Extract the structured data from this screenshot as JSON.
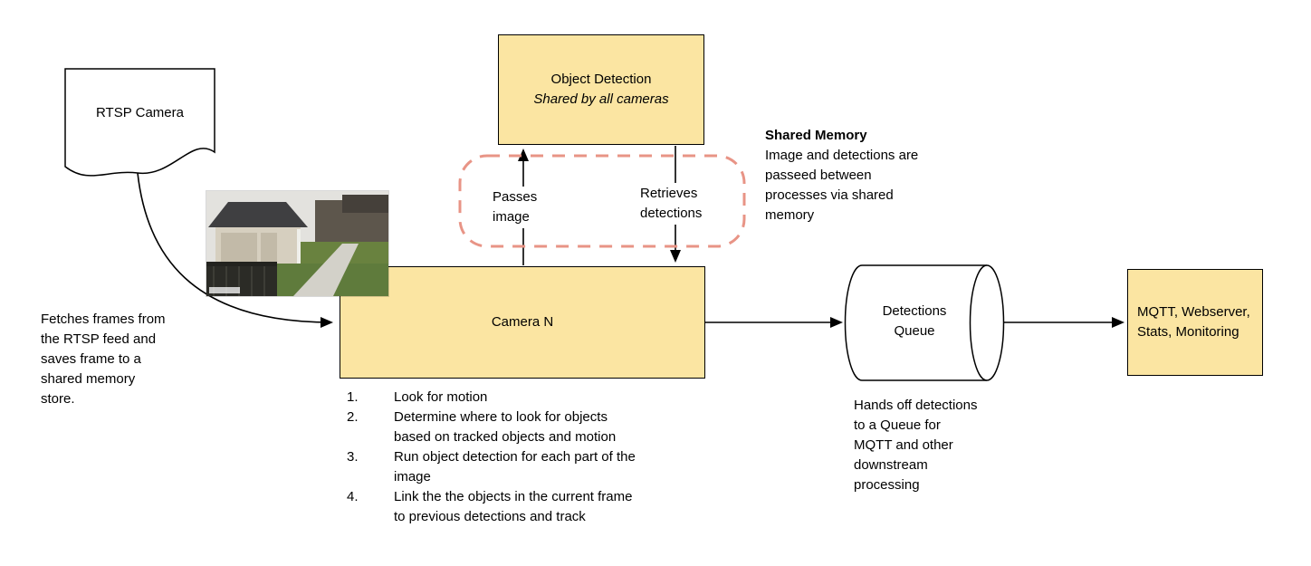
{
  "colors": {
    "background": "#ffffff",
    "box_fill": "#fbe5a2",
    "box_border": "#000000",
    "arrow": "#000000",
    "shared_memory_dash": "#e89486"
  },
  "nodes": {
    "rtsp_camera": {
      "label": "RTSP Camera"
    },
    "object_detection": {
      "title": "Object Detection",
      "subtitle": "Shared by all cameras"
    },
    "camera_n": {
      "label": "Camera N"
    },
    "detections_queue": {
      "label": "Detections\nQueue"
    },
    "mqtt": {
      "label": "MQTT, Webserver,\nStats, Monitoring"
    }
  },
  "edges": {
    "passes_image": "Passes\nimage",
    "retrieves_detections": "Retrieves\ndetections"
  },
  "annotations": {
    "shared_memory_title": "Shared Memory",
    "shared_memory_body": "Image and detections are\npasseed between\nprocesses via shared\nmemory",
    "fetch_note": "Fetches frames from\nthe RTSP feed and\nsaves frame to a\nshared memory\nstore.",
    "queue_note": "Hands off detections\nto a Queue for\nMQTT and other\ndownstream\nprocessing"
  },
  "camera_steps": [
    {
      "num": "1.",
      "text": "Look for motion"
    },
    {
      "num": "2.",
      "text": "Determine where to look for objects\nbased on tracked objects and motion"
    },
    {
      "num": "3.",
      "text": "Run object detection for each part of the\nimage"
    },
    {
      "num": "4.",
      "text": "Link the the objects in the current frame\nto previous detections and track"
    }
  ]
}
